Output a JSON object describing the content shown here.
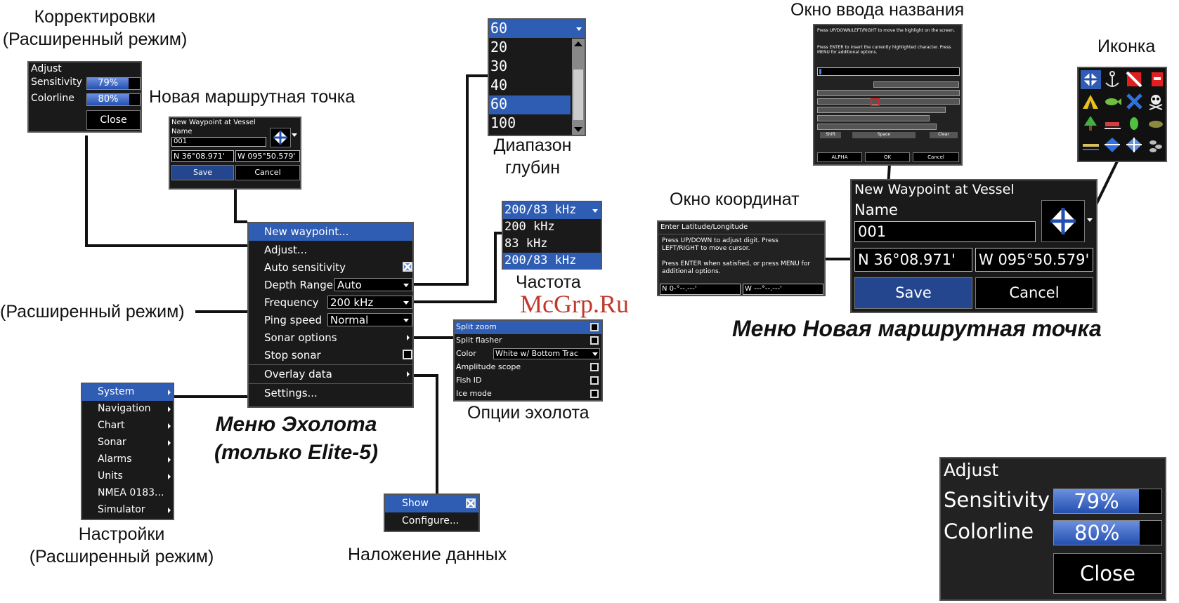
{
  "captions": {
    "adjust_top_line1": "Корректировки",
    "adjust_top_line2": "(Расширенный режим)",
    "new_waypoint": "Новая маршрутная точка",
    "advanced_mode": "(Расширенный режим)",
    "depth_range_line1": "Диапазон",
    "depth_range_line2": "глубин",
    "frequency": "Частота",
    "sonar_options": "Опции эхолота",
    "sonar_menu_line1": "Меню Эхолота",
    "sonar_menu_line2": "(только Elite-5)",
    "settings_line1": "Настройки",
    "settings_line2": "(Расширенный режим)",
    "overlay": "Наложение данных",
    "name_window": "Окно ввода названия",
    "icon": "Иконка",
    "coord_window": "Окно координат",
    "waypoint_menu": "Меню Новая маршрутная точка",
    "watermark": "McGrp.Ru"
  },
  "adjust": {
    "title": "Adjust",
    "sensitivity_label": "Sensitivity",
    "sensitivity_value": "79%",
    "sensitivity_level": 0.79,
    "colorline_label": "Colorline",
    "colorline_value": "80%",
    "colorline_level": 0.8,
    "close_label": "Close"
  },
  "waypoint": {
    "title": "New Waypoint at Vessel",
    "name_label": "Name",
    "name_value": "001",
    "lat": "N  36°08.971'",
    "lon": "W  095°50.579'",
    "save_label": "Save",
    "cancel_label": "Cancel"
  },
  "sonar_menu": {
    "items": [
      {
        "label": "New waypoint..."
      },
      {
        "label": "Adjust..."
      },
      {
        "label": "Auto sensitivity"
      },
      {
        "label": "Depth Range",
        "value": "Auto"
      },
      {
        "label": "Frequency",
        "value": "200 kHz"
      },
      {
        "label": "Ping speed",
        "value": "Normal"
      },
      {
        "label": "Sonar options"
      },
      {
        "label": "Stop sonar"
      },
      {
        "label": "Overlay data"
      },
      {
        "label": "Settings..."
      }
    ]
  },
  "depth_list": {
    "selected": "60",
    "options": [
      "20",
      "30",
      "40",
      "60",
      "100"
    ]
  },
  "freq_list": {
    "selected": "200/83 kHz",
    "options": [
      "200 kHz",
      "83 kHz",
      "200/83 kHz"
    ]
  },
  "sonar_options": {
    "items": [
      {
        "label": "Split zoom"
      },
      {
        "label": "Split flasher"
      },
      {
        "label": "Color",
        "value": "White w/ Bottom Trac"
      },
      {
        "label": "Amplitude scope"
      },
      {
        "label": "Fish ID"
      },
      {
        "label": "Ice mode"
      }
    ]
  },
  "settings_menu": {
    "items": [
      {
        "label": "System"
      },
      {
        "label": "Navigation"
      },
      {
        "label": "Chart"
      },
      {
        "label": "Sonar"
      },
      {
        "label": "Alarms"
      },
      {
        "label": "Units"
      },
      {
        "label": "NMEA 0183..."
      },
      {
        "label": "Simulator"
      }
    ]
  },
  "overlay_menu": {
    "show_label": "Show",
    "configure_label": "Configure..."
  },
  "name_entry": {
    "instr1": "Press UP/DOWN/LEFT/RIGHT to move the highlight on the screen.",
    "instr2": "Press ENTER to insert the currently highlighted character. Press MENU for additional options.",
    "shift_label": "Shift",
    "space_label": "Space",
    "clear_label": "Clear",
    "alpha_label": "ALPHA",
    "ok_label": "OK",
    "cancel_label": "Cancel"
  },
  "coord_entry": {
    "title": "Enter Latitude/Longitude",
    "instr1": "Press UP/DOWN to adjust digit. Press LEFT/RIGHT to move cursor.",
    "instr2": "Press ENTER when satisfied, or press MENU for additional options.",
    "lat": "N  0-°--.---'",
    "lon": "W  ---°--.---'"
  },
  "colors": {
    "highlight": "#2f5db4",
    "window_bg": "#1a1a1a"
  }
}
